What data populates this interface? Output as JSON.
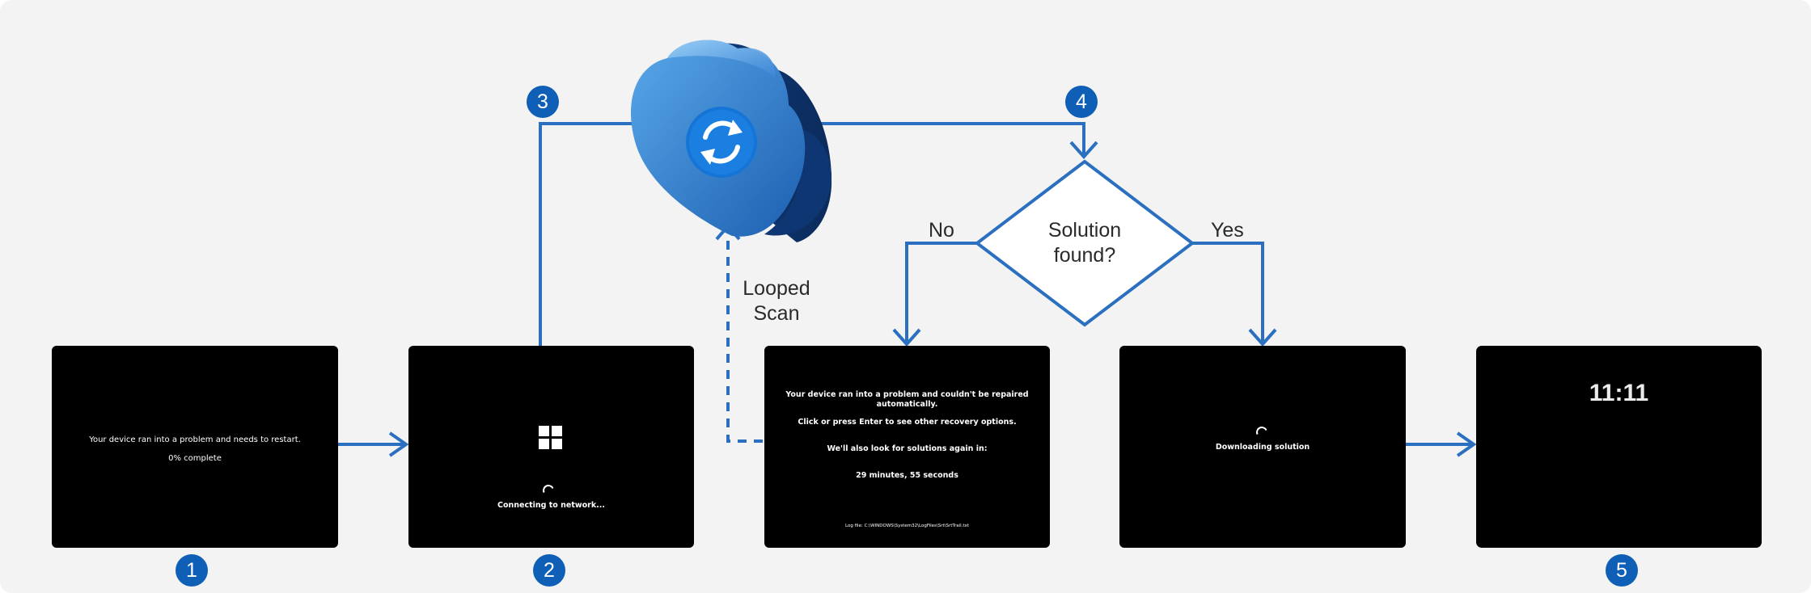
{
  "colors": {
    "accent": "#0f5fb6",
    "connector": "#2a6fc0",
    "background": "#f3f3f3"
  },
  "steps": [
    {
      "number": "1",
      "lines": [
        "Your device ran into a problem and needs to restart.",
        "0% complete"
      ]
    },
    {
      "number": "2",
      "status": "Connecting to network...",
      "icon": "windows-logo-icon"
    },
    {
      "number": "3"
    },
    {
      "number": "4",
      "decision": "Solution found?",
      "no": "No",
      "yes": "Yes"
    },
    {
      "number": "5",
      "clock": "11:11"
    }
  ],
  "recovery_screen": {
    "line1": "Your device ran into a problem and couldn't be repaired automatically.",
    "line2": "Click or press Enter to see other recovery options.",
    "line3": "We'll also look for solutions again in:",
    "line4": "29 minutes, 55 seconds",
    "log": "Log file: C:\\WINDOWS\\System32\\LogFiles\\Srt\\SrtTrail.txt"
  },
  "download_screen": {
    "status": "Downloading solution"
  },
  "loop_label": {
    "line1": "Looped",
    "line2": "Scan"
  },
  "cloud": {
    "icon": "cloud-sync-icon"
  }
}
